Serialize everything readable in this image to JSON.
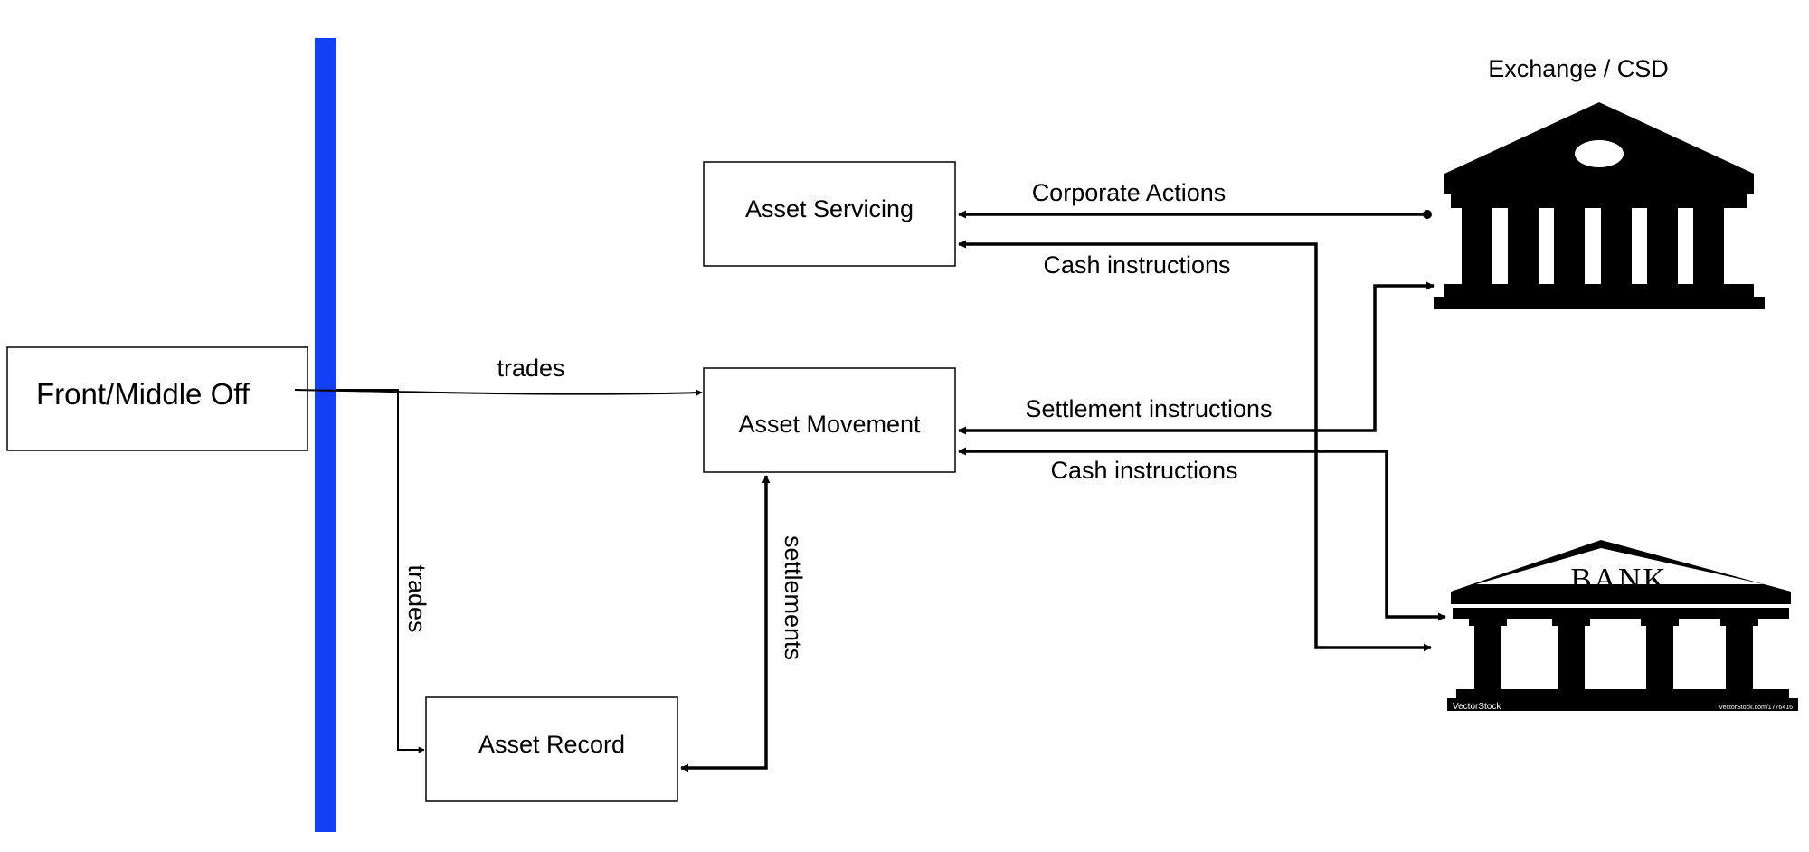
{
  "nodes": {
    "front_middle_office": "Front/Middle Off",
    "asset_servicing": "Asset Servicing",
    "asset_movement": "Asset Movement",
    "asset_record": "Asset Record",
    "exchange_csd": "Exchange / CSD",
    "bank": "BANK"
  },
  "edges": {
    "trades_to_movement": "trades",
    "trades_to_record": "trades",
    "settlements": "settlements",
    "corporate_actions": "Corporate Actions",
    "cash_instructions_servicing": "Cash instructions",
    "settlement_instructions": "Settlement instructions",
    "cash_instructions_movement": "Cash instructions"
  },
  "watermark": {
    "brand": "VectorStock",
    "url": "VectorStock.com/1776416"
  },
  "colors": {
    "boundary_bar": "#1440f5",
    "icons": "#000000"
  }
}
